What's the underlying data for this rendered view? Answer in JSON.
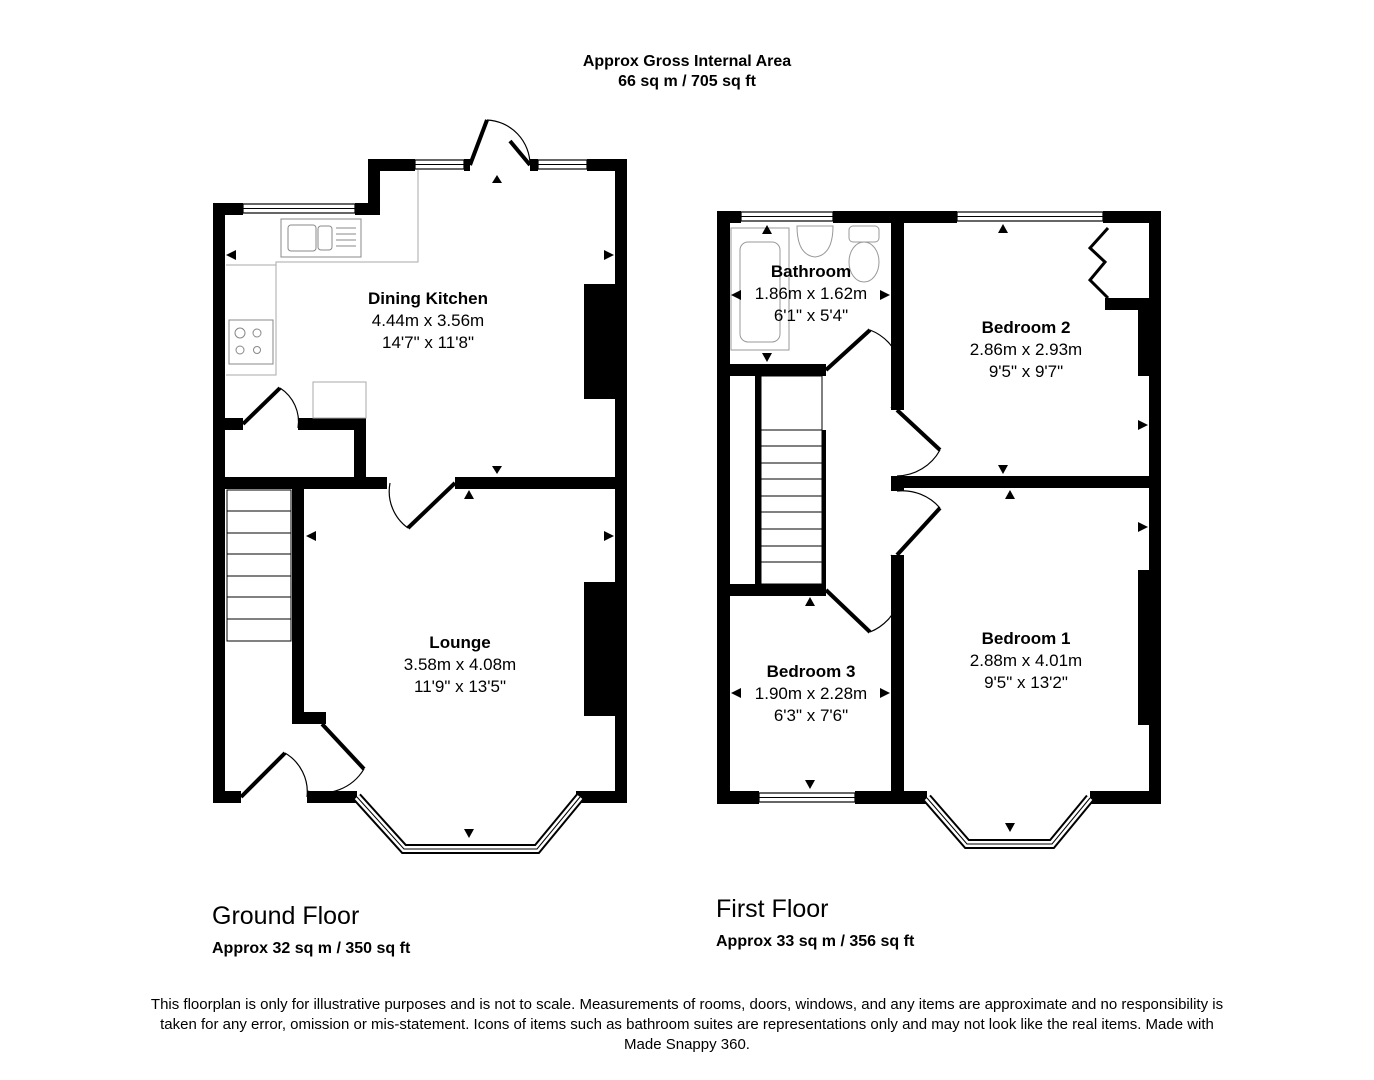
{
  "header": {
    "title": "Approx Gross Internal Area",
    "area": "66 sq m / 705 sq ft"
  },
  "floors": [
    {
      "name": "Ground Floor",
      "area": "Approx 32 sq m / 350 sq ft",
      "rooms": [
        {
          "name": "Dining Kitchen",
          "metric": "4.44m x 3.56m",
          "imperial": "14'7\" x 11'8\""
        },
        {
          "name": "Lounge",
          "metric": "3.58m x 4.08m",
          "imperial": "11'9\" x 13'5\""
        }
      ]
    },
    {
      "name": "First Floor",
      "area": "Approx 33 sq m / 356 sq ft",
      "rooms": [
        {
          "name": "Bathroom",
          "metric": "1.86m x 1.62m",
          "imperial": "6'1\" x 5'4\""
        },
        {
          "name": "Bedroom 2",
          "metric": "2.86m x 2.93m",
          "imperial": "9'5\" x 9'7\""
        },
        {
          "name": "Bedroom 3",
          "metric": "1.90m x 2.28m",
          "imperial": "6'3\" x 7'6\""
        },
        {
          "name": "Bedroom 1",
          "metric": "2.88m x 4.01m",
          "imperial": "9'5\" x 13'2\""
        }
      ]
    }
  ],
  "disclaimer": "This floorplan is only for illustrative purposes and is not to scale. Measurements of rooms, doors, windows, and any items are approximate and no responsibility is taken for any error, omission or mis-statement. Icons of items such as bathroom suites are representations only and may not look like the real items. Made with Made Snappy 360.",
  "colors": {
    "wall": "#000000",
    "background": "#ffffff",
    "fixture": "#9a9a9a"
  }
}
